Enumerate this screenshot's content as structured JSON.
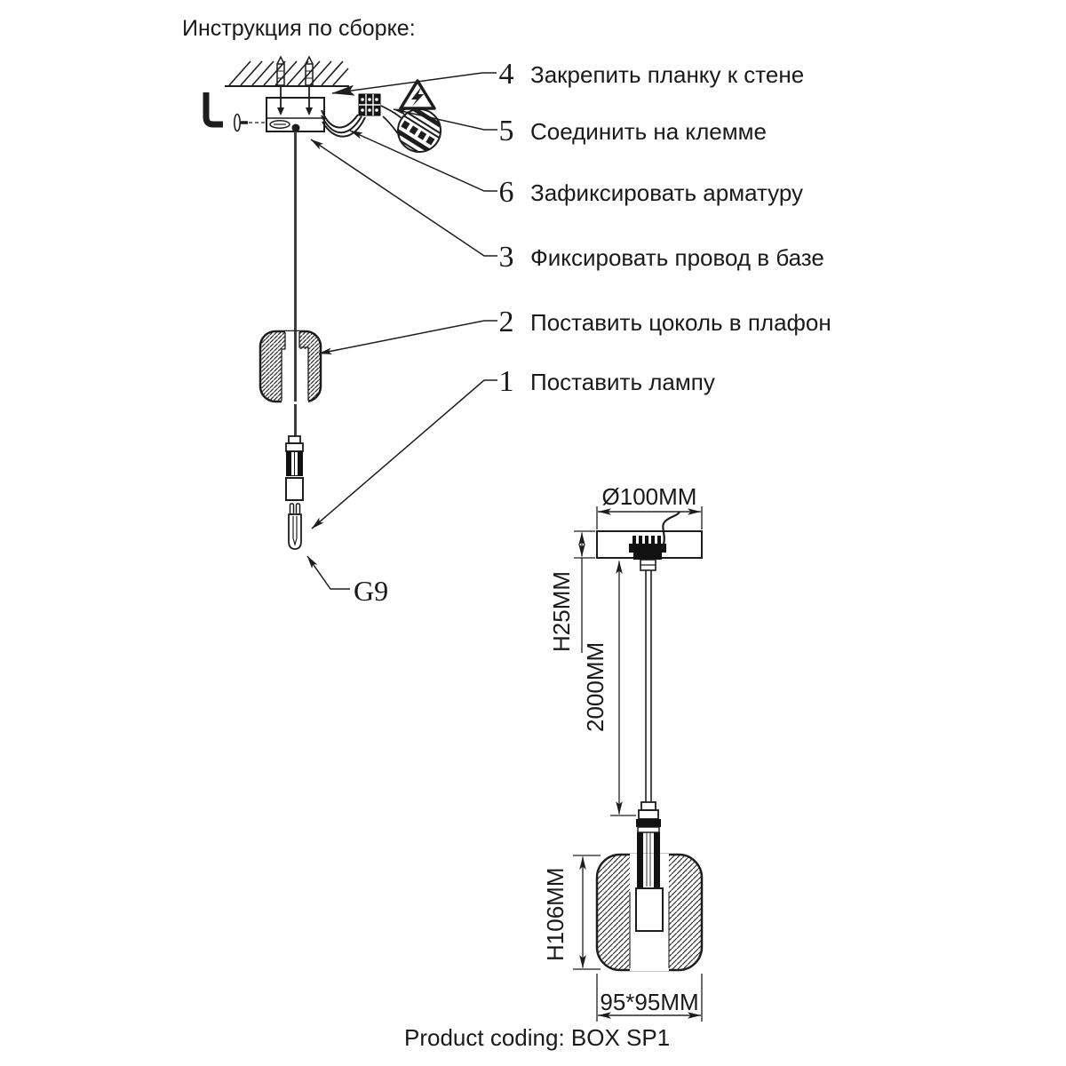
{
  "title": "Инструкция по сборке:",
  "instructions": [
    {
      "num": "4",
      "label": "Закрепить планку к стене"
    },
    {
      "num": "5",
      "label": "Соединить на клемме"
    },
    {
      "num": "6",
      "label": "Зафиксировать арматуру"
    },
    {
      "num": "3",
      "label": "Фиксировать провод в базе"
    },
    {
      "num": "2",
      "label": "Поставить цоколь в плафон"
    },
    {
      "num": "1",
      "label": "Поставить лампу"
    }
  ],
  "callouts": {
    "socket_type": "G9"
  },
  "dimensions": {
    "canopy_diameter": "Ø100MM",
    "canopy_height": "H25MM",
    "cord_length": "2000MM",
    "shade_height": "H106MM",
    "shade_footprint": "95*95MM"
  },
  "footer": {
    "product_coding": "Product coding: BOX SP1"
  },
  "colors": {
    "line": "#1d1d1d",
    "background": "#ffffff"
  }
}
